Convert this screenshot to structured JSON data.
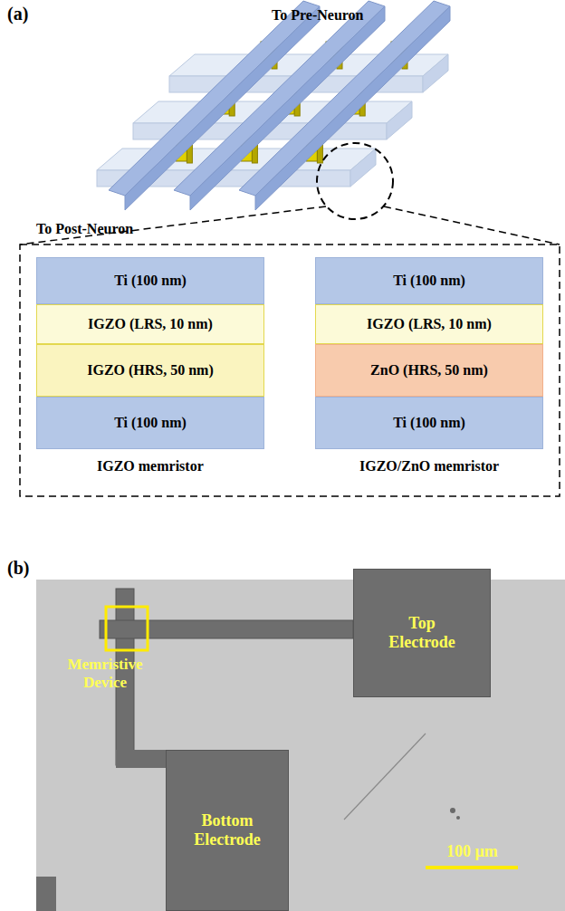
{
  "diagram": {
    "nodes": [
      {
        "text": [
          "Ti (100 nm)"
        ]
      },
      {
        "text": [
          "IGZO (LRS, 10 nm)"
        ]
      },
      {
        "text": [
          "IGZO (HRS, 50 nm)"
        ]
      },
      {
        "text": [
          "Ti (100 nm)"
        ]
      },
      {
        "text": [
          "Ti (100 nm)"
        ]
      },
      {
        "text": [
          "IGZO (LRS, 10 nm)"
        ]
      },
      {
        "text": [
          "ZnO (HRS, 50 nm)"
        ]
      },
      {
        "text": [
          "Ti (100 nm)"
        ]
      },
      {
        "text": [
          "Top Electrode"
        ]
      },
      {
        "text": [
          "Bottom Electrode"
        ]
      }
    ],
    "labels": [
      "(a)",
      "To Pre-Neuron",
      "To Post-Neuron",
      "IGZO memristor",
      "IGZO/ZnO memristor",
      "(b)",
      "Memristive Device",
      "100 µm"
    ]
  }
}
